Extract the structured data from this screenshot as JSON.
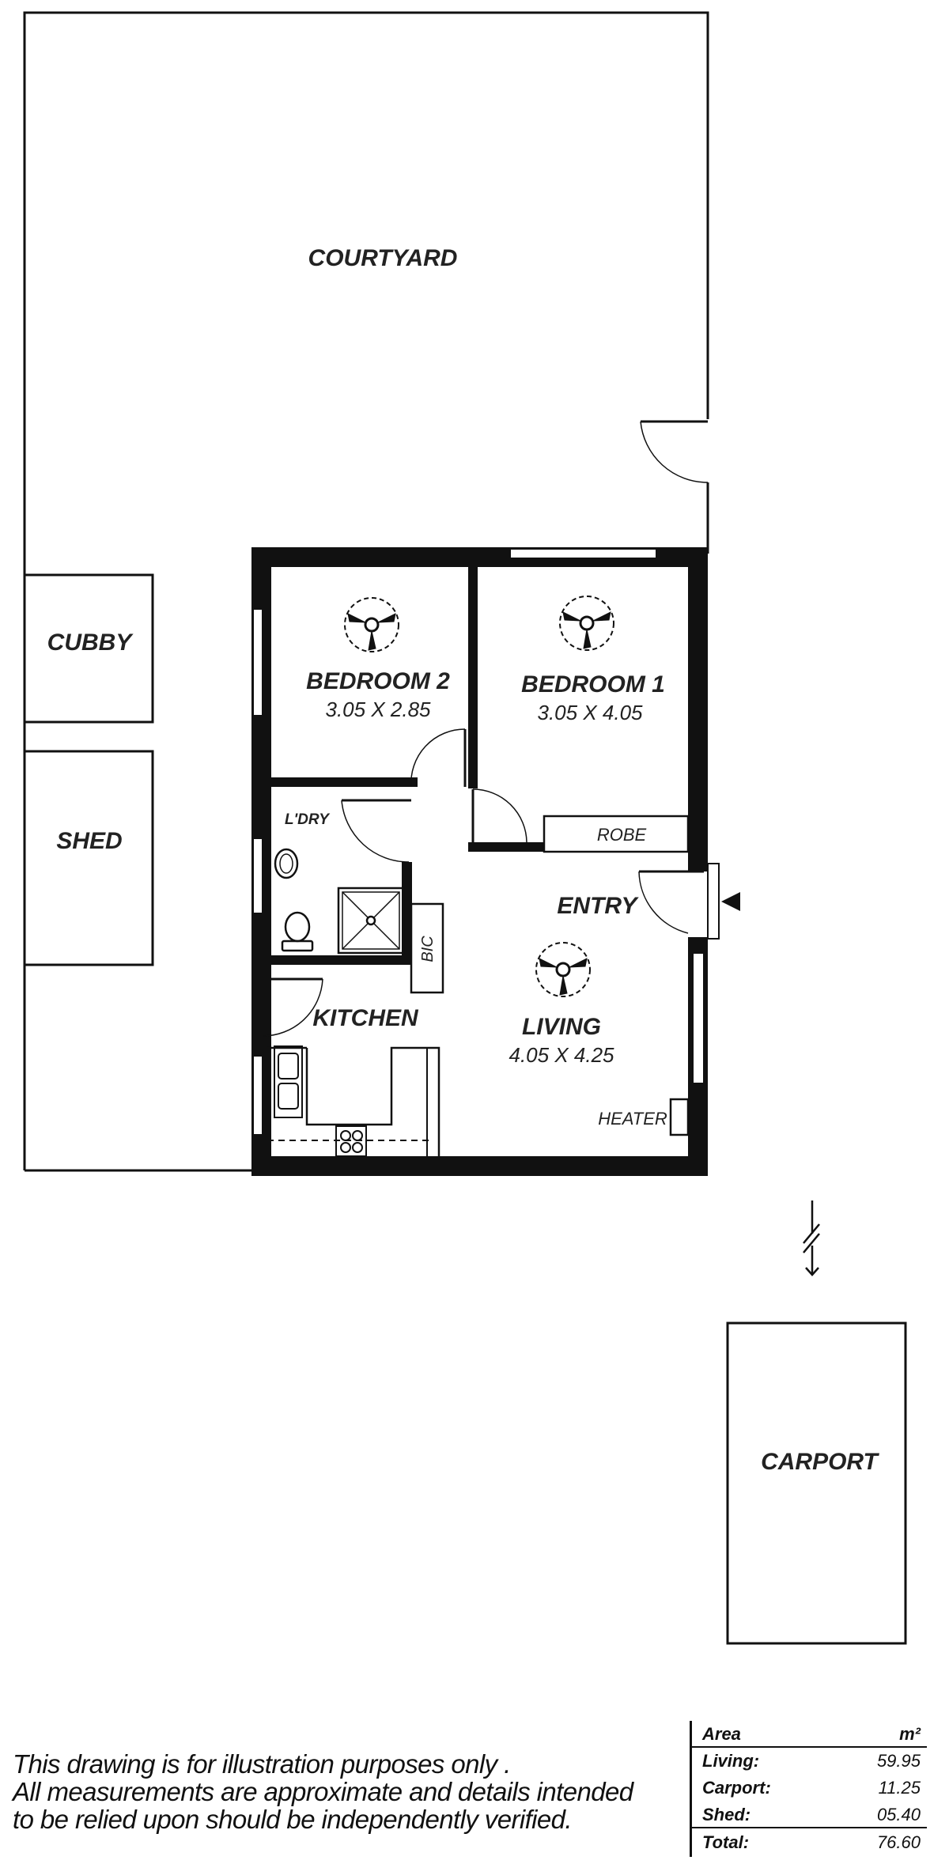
{
  "rooms": {
    "courtyard": "COURTYARD",
    "cubby": "CUBBY",
    "shed": "SHED",
    "bedroom2": {
      "name": "BEDROOM 2",
      "size": "3.05 X 2.85"
    },
    "bedroom1": {
      "name": "BEDROOM 1",
      "size": "3.05 X 4.05"
    },
    "laundry": "L'DRY",
    "robe": "ROBE",
    "entry": "ENTRY",
    "bic": "BIC",
    "kitchen": "KITCHEN",
    "living": {
      "name": "LIVING",
      "size": "4.05 X 4.25"
    },
    "heater": "HEATER",
    "carport": "CARPORT"
  },
  "disclaimer": [
    "This drawing is for illustration purposes only .",
    "All measurements are approximate and details intended",
    "to be relied upon should be independently verified."
  ],
  "area_table": {
    "header": {
      "label": "Area",
      "unit": "m²"
    },
    "rows": [
      {
        "label": "Living:",
        "value": "59.95"
      },
      {
        "label": "Carport:",
        "value": "11.25"
      },
      {
        "label": "Shed:",
        "value": "05.40"
      }
    ],
    "total": {
      "label": "Total:",
      "value": "76.60"
    }
  }
}
